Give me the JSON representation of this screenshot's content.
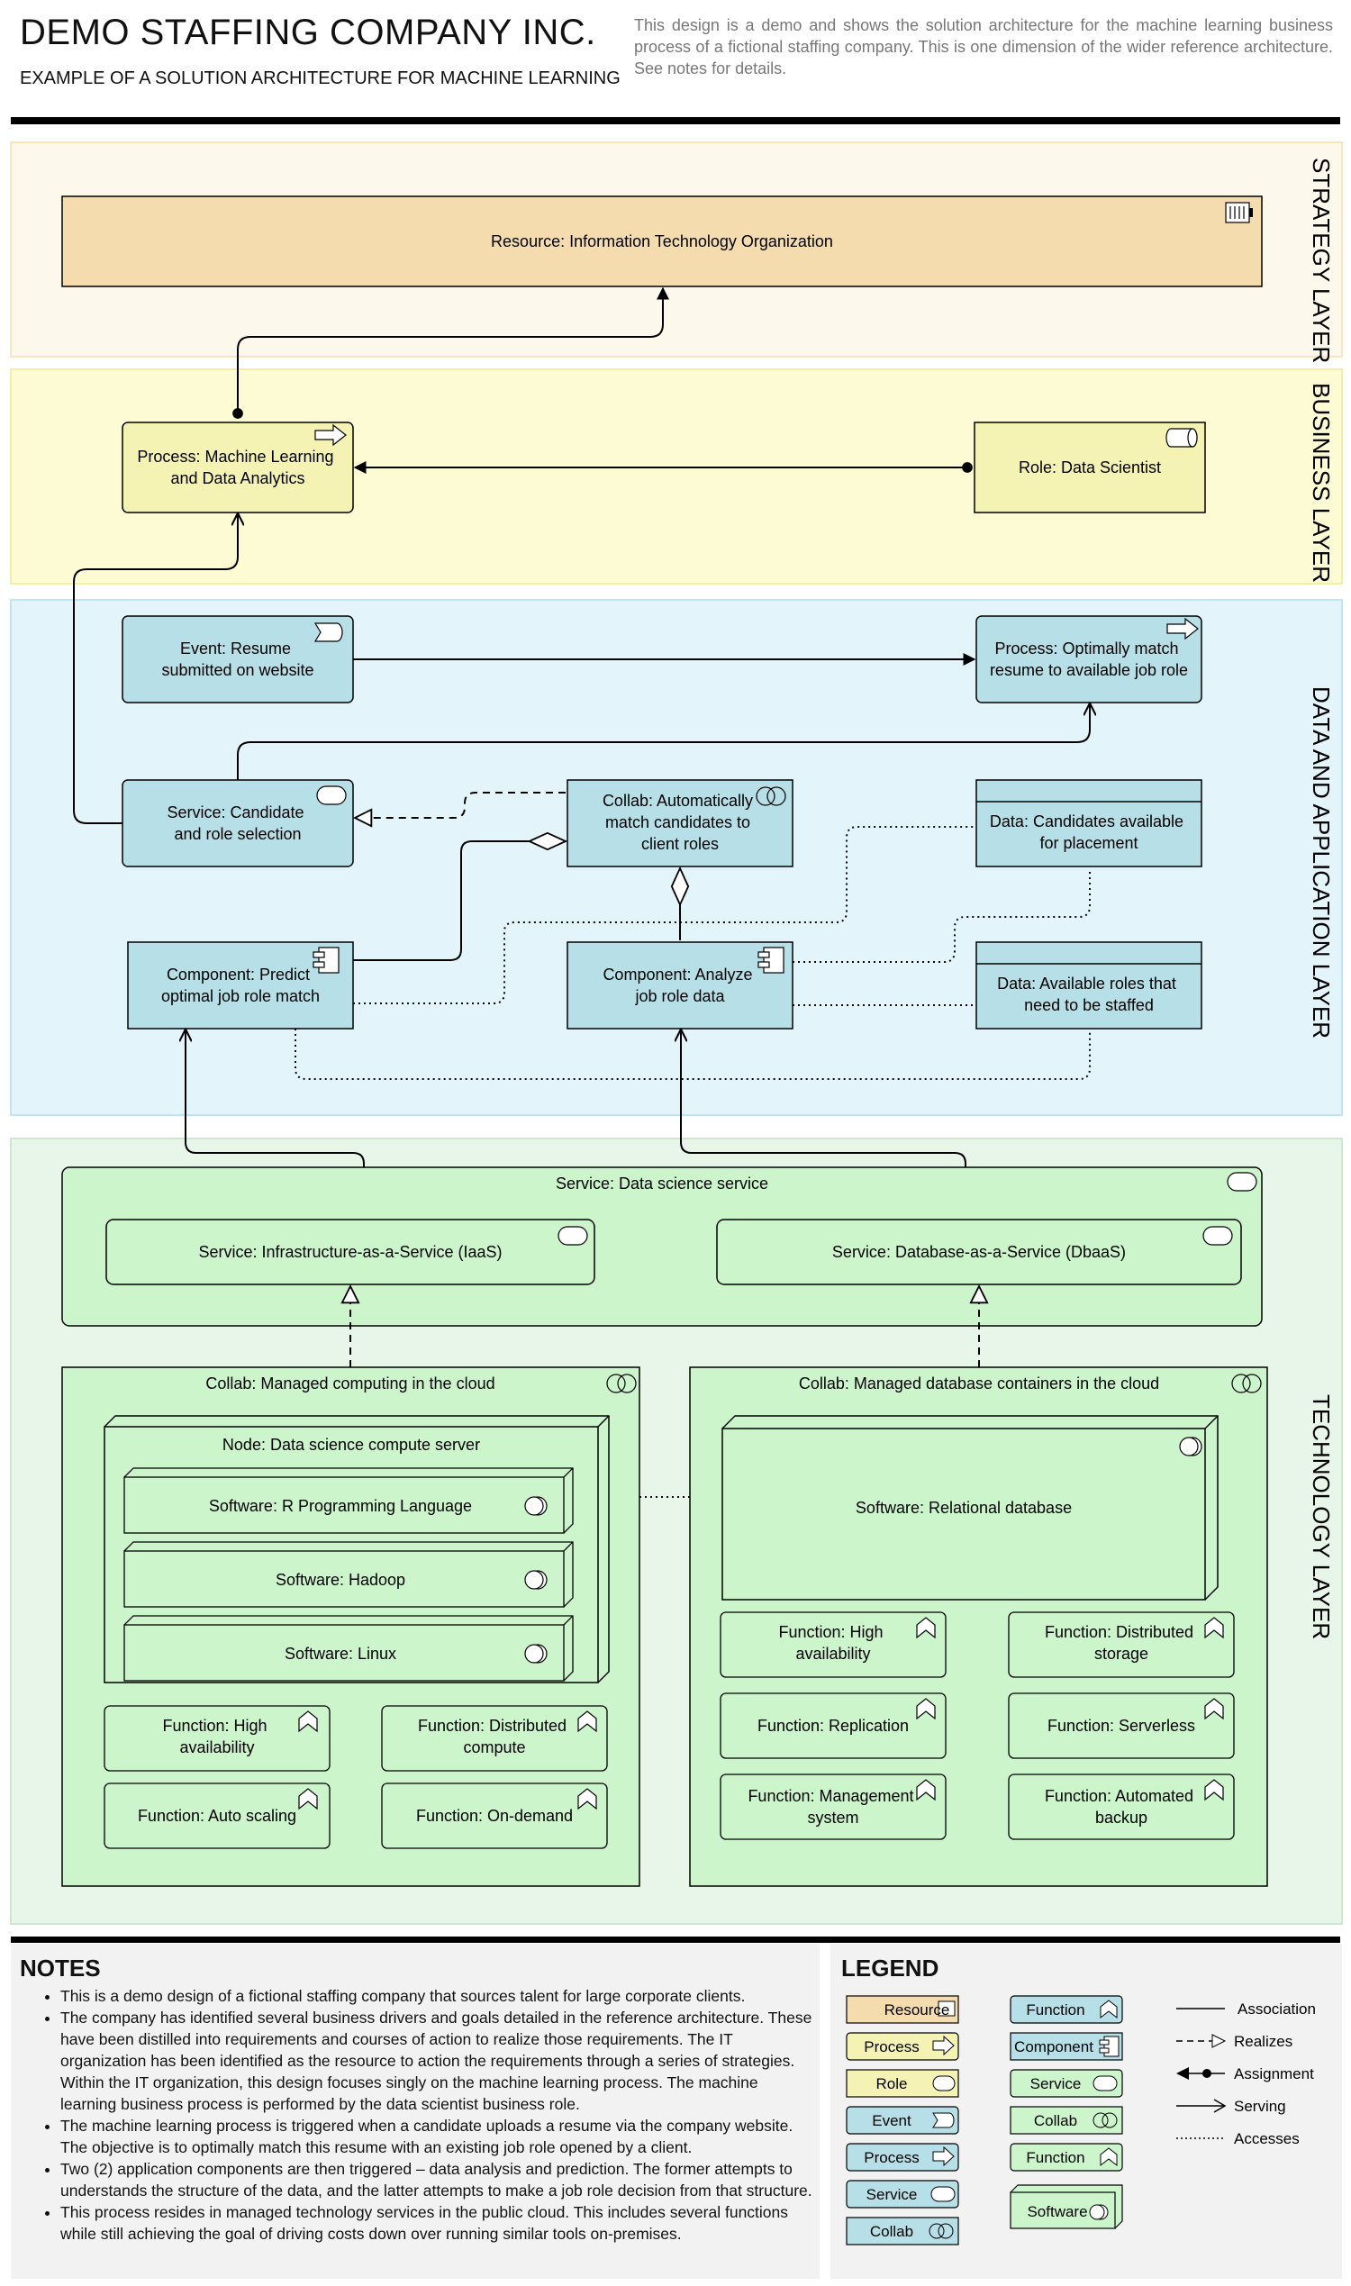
{
  "header": {
    "title": "DEMO STAFFING COMPANY INC.",
    "subtitle": "EXAMPLE OF A SOLUTION ARCHITECTURE FOR MACHINE LEARNING",
    "intro": "This design is a demo and shows the solution architecture for the machine learning business process of a fictional staffing company. This is one dimension of the wider reference architecture. See notes for details."
  },
  "layers": {
    "strategy": "STRATEGY LAYER",
    "business": "BUSINESS LAYER",
    "data_app": "DATA AND APPLICATION LAYER",
    "technology": "TECHNOLOGY LAYER"
  },
  "colors": {
    "strategy_bg": "#fdf8ec",
    "strategy_border": "#f8e6bf",
    "resource_fill": "#f5dcae",
    "business_bg": "#fdfbd3",
    "business_border": "#f4eeaa",
    "business_fill": "#f5f3b4",
    "app_bg": "#e4f4fb",
    "app_border": "#bfe4f2",
    "app_fill": "#b6dfe7",
    "tech_bg": "#e8f5e9",
    "tech_border": "#cde8cd",
    "tech_fill": "#ccf5cc",
    "rule": "#000000"
  },
  "elements": {
    "resource_it": [
      "Resource: Information Technology Organization"
    ],
    "process_ml": [
      "Process: Machine Learning",
      "and Data Analytics"
    ],
    "role_ds": [
      "Role: Data Scientist"
    ],
    "event_resume": [
      "Event: Resume",
      "submitted on website"
    ],
    "process_match": [
      "Process: Optimally match",
      "resume to available job role"
    ],
    "service_candidate": [
      "Service: Candidate",
      "and role selection"
    ],
    "collab_auto": [
      "Collab: Automatically",
      "match candidates to",
      "client roles"
    ],
    "data_candidates": [
      "Data: Candidates available",
      "for placement"
    ],
    "comp_predict": [
      "Component: Predict",
      "optimal job role match"
    ],
    "comp_analyze": [
      "Component: Analyze",
      "job role data"
    ],
    "data_roles": [
      "Data: Available roles that",
      "need to be staffed"
    ],
    "svc_ds": [
      "Service: Data science service"
    ],
    "svc_iaas": [
      "Service: Infrastructure-as-a-Service (IaaS)"
    ],
    "svc_dbaas": [
      "Service: Database-as-a-Service (DbaaS)"
    ],
    "collab_compute": [
      "Collab: Managed computing in the cloud"
    ],
    "collab_db": [
      "Collab: Managed database containers in the cloud"
    ],
    "node_ds": [
      "Node: Data science compute server"
    ],
    "sw_r": [
      "Software: R Programming Language"
    ],
    "sw_hadoop": [
      "Software: Hadoop"
    ],
    "sw_linux": [
      "Software: Linux"
    ],
    "sw_reldb": [
      "Software: Relational database"
    ],
    "fn_ha1": [
      "Function: High",
      "availability"
    ],
    "fn_dist_compute": [
      "Function: Distributed",
      "compute"
    ],
    "fn_autoscale": [
      "Function: Auto scaling"
    ],
    "fn_ondemand": [
      "Function: On-demand"
    ],
    "fn_ha2": [
      "Function: High",
      "availability"
    ],
    "fn_dist_storage": [
      "Function: Distributed",
      "storage"
    ],
    "fn_replication": [
      "Function: Replication"
    ],
    "fn_serverless": [
      "Function: Serverless"
    ],
    "fn_mgmt": [
      "Function: Management",
      "system"
    ],
    "fn_backup": [
      "Function: Automated",
      "backup"
    ]
  },
  "notes": {
    "title": "NOTES",
    "items": [
      "This is a demo design of a fictional staffing company that sources talent for large corporate clients.",
      "The company has identified several business drivers and goals detailed in the reference architecture. These have been distilled into requirements and courses of action to realize those requirements. The IT organization has been identified as the resource to action the requirements through a series of strategies. Within the IT organization, this design focuses singly on the machine learning process. The machine learning business process is performed by the data scientist business role.",
      "The machine learning process is triggered when a candidate uploads a resume via the company website. The objective is to optimally match this resume with an existing job role opened by a client.",
      "Two (2) application components are then triggered – data analysis and prediction. The former attempts to understands the structure of the data, and the latter attempts to make a job role decision from that structure.",
      "This process resides in managed technology services in the public cloud. This includes several functions while still achieving the goal of driving costs down over running similar tools on-premises."
    ]
  },
  "legend": {
    "title": "LEGEND",
    "business": [
      "Resource",
      "Process",
      "Role"
    ],
    "application": [
      "Event",
      "Process",
      "Service",
      "Collab"
    ],
    "application2": [
      "Function",
      "Component",
      "Service",
      "Collab",
      "Function",
      "Software"
    ],
    "relations": [
      "Association",
      "Realizes",
      "Assignment",
      "Serving",
      "Accesses"
    ]
  }
}
